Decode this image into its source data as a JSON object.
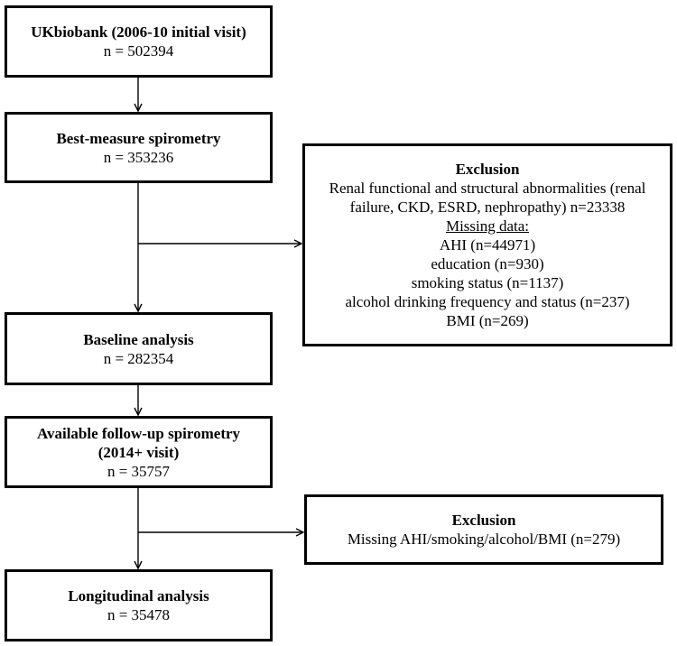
{
  "boxes": {
    "ukbiobank": {
      "title": "UKbiobank (2006-10 initial visit)",
      "count": "n = 502394"
    },
    "spirometry": {
      "title": "Best-measure spirometry",
      "count": "n = 353236"
    },
    "baseline": {
      "title": "Baseline analysis",
      "count": "n = 282354"
    },
    "followup": {
      "title_line1": "Available follow-up spirometry",
      "title_line2": "(2014+ visit)",
      "count": "n = 35757"
    },
    "longitudinal": {
      "title": "Longitudinal analysis",
      "count": "n = 35478"
    }
  },
  "exclusion1": {
    "heading": "Exclusion",
    "line1": "Renal functional and structural abnormalities (renal",
    "line2": "failure, CKD, ESRD, nephropathy) n=23338",
    "missing_heading": "Missing data:",
    "items": [
      "AHI (n=44971)",
      "education (n=930)",
      "smoking status (n=1137)",
      "alcohol drinking frequency and status (n=237)",
      "BMI (n=269)"
    ]
  },
  "exclusion2": {
    "heading": "Exclusion",
    "line1": "Missing AHI/smoking/alcohol/BMI (n=279)"
  }
}
